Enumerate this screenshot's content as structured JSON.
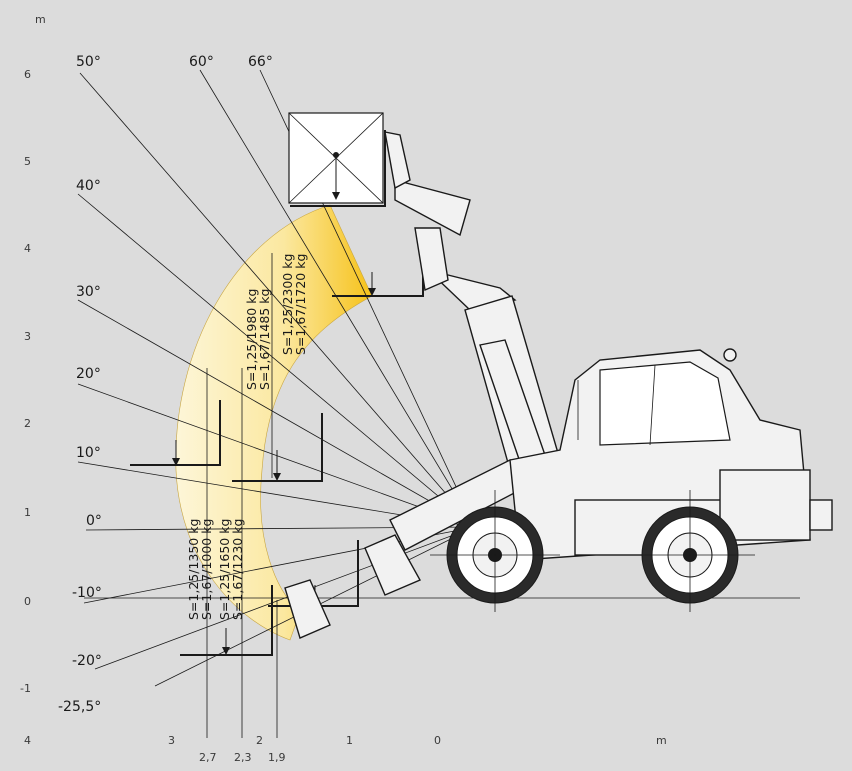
{
  "diagram": {
    "y_axis_unit": "m",
    "x_axis_unit": "m",
    "y_ticks": [
      "6",
      "5",
      "4",
      "3",
      "2",
      "1",
      "0",
      "-1"
    ],
    "x_ticks": [
      "4",
      "3",
      "2",
      "1",
      "0"
    ],
    "marker_ticks": [
      "2,7",
      "2,3",
      "1,9"
    ],
    "angles": [
      "50°",
      "60°",
      "66°",
      "40°",
      "30°",
      "20°",
      "10°",
      "0°",
      "-10°",
      "-20°",
      "-25,5°"
    ],
    "load_labels": {
      "outer": [
        "S=1,25/1350 kg",
        "S=1,67/1000 kg"
      ],
      "middle_low": [
        "S=1,25/1650 kg",
        "S=1,67/1230 kg"
      ],
      "middle_high": [
        "S=1,25/1980 kg",
        "S=1,67/1485 kg"
      ],
      "inner_high": [
        "S=1,25/2300 kg",
        "S=1,67/1720 kg"
      ]
    },
    "colors": {
      "background": "#dcdcdc",
      "zone_light": "#fdf6d8",
      "zone_mid": "#fbe8a0",
      "zone_dark": "#f6c21a",
      "line": "#1a1a1a"
    }
  }
}
